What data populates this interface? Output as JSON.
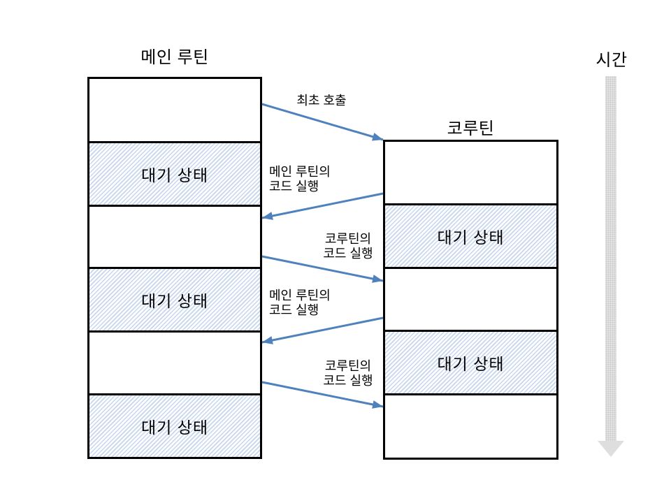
{
  "main_column": {
    "title": "메인 루틴",
    "blocks": [
      {
        "state": "running",
        "label": ""
      },
      {
        "state": "waiting",
        "label": "대기 상태"
      },
      {
        "state": "running",
        "label": ""
      },
      {
        "state": "waiting",
        "label": "대기 상태"
      },
      {
        "state": "running",
        "label": ""
      },
      {
        "state": "waiting",
        "label": "대기 상태"
      }
    ]
  },
  "coroutine_column": {
    "title": "코루틴",
    "blocks": [
      {
        "state": "running",
        "label": ""
      },
      {
        "state": "waiting",
        "label": "대기 상태"
      },
      {
        "state": "running",
        "label": ""
      },
      {
        "state": "waiting",
        "label": "대기 상태"
      },
      {
        "state": "running",
        "label": ""
      }
    ]
  },
  "arrows": [
    {
      "from": "main",
      "to": "coroutine",
      "label_lines": [
        "최초 호출",
        ""
      ]
    },
    {
      "from": "coroutine",
      "to": "main",
      "label_lines": [
        "메인 루틴의",
        "코드 실행"
      ]
    },
    {
      "from": "main",
      "to": "coroutine",
      "label_lines": [
        "코루틴의",
        "코드 실행"
      ]
    },
    {
      "from": "coroutine",
      "to": "main",
      "label_lines": [
        "메인 루틴의",
        "코드 실행"
      ]
    },
    {
      "from": "main",
      "to": "coroutine",
      "label_lines": [
        "코루틴의",
        "코드 실행"
      ]
    }
  ],
  "time_axis": {
    "label": "시간",
    "direction": "down"
  },
  "colors": {
    "arrow_blue": "#4f81bd",
    "hatch_stripe": "#c7d6ec",
    "time_arrow_gray": "#dedede",
    "block_border": "#000000",
    "background": "#ffffff"
  }
}
